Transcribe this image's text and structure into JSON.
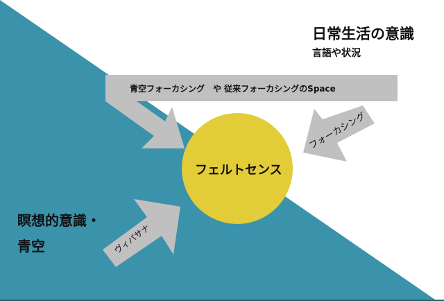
{
  "colors": {
    "teal": "#3a93ab",
    "yellow": "#e2cc38",
    "arrow_gray": "#c0c0c0"
  },
  "everyday": {
    "title": "日常生活の意識",
    "subtitle": "言語や状況"
  },
  "meditative": {
    "line1": "瞑想的意識・",
    "line2": "青空"
  },
  "top_bar": {
    "label": "青空フォーカシング　や 従来フォーカシングのSpace"
  },
  "right_arrow": {
    "label": "フォーカシング"
  },
  "bottom_arrow": {
    "label": "ヴィパサナ"
  },
  "center_circle": {
    "label": "フェルトセンス"
  }
}
